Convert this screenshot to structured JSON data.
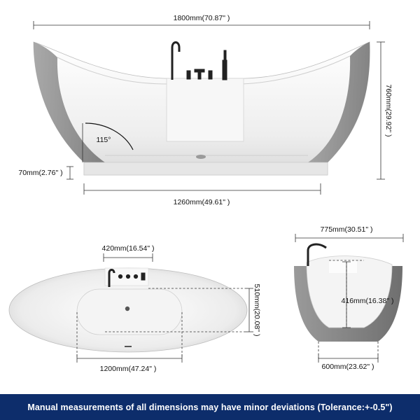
{
  "side_view": {
    "overall_length": "1800mm(70.87\" )",
    "height": "760mm(29.92\" )",
    "angle": "115°",
    "base_height": "70mm(2.76\" )",
    "base_length": "1260mm(49.61\" )"
  },
  "top_view": {
    "faucet_width": "420mm(16.54\" )",
    "inner_width": "510mm(20.08\" )",
    "inner_length": "1200mm(47.24\" )"
  },
  "end_view": {
    "top_width": "775mm(30.51\" )",
    "depth": "416mm(16.38\" )",
    "base_width": "600mm(23.62\" )"
  },
  "footer": {
    "note": "Manual measurements of all dimensions may have minor deviations (Tolerance:+-0.5\")"
  },
  "colors": {
    "footer_bg": "#0d2d6b",
    "tub_white": "#f2f2f2",
    "tub_gray": "#8a8a8a",
    "faucet_black": "#222222"
  }
}
